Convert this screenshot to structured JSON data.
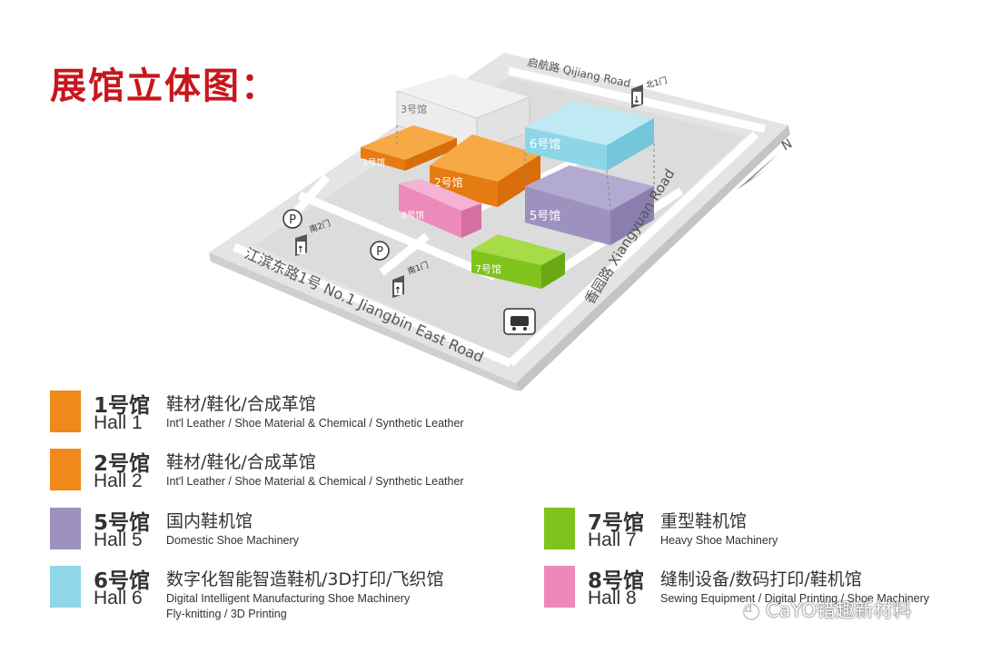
{
  "title": "展馆立体图：",
  "map": {
    "roads": {
      "north": "启航路 Qijiang Road",
      "south": "江滨东路1号 No.1 Jiangbin East Road",
      "east": "香园路 Xiangyuan Road"
    },
    "north_label": "N",
    "gates": {
      "north": "北1门",
      "south1": "南1门",
      "south2": "南2门"
    },
    "parking": "P",
    "halls": {
      "h1": "1号馆",
      "h2": "2号馆",
      "h3": "3号馆",
      "h5": "5号馆",
      "h6": "6号馆",
      "h7": "7号馆",
      "h8": "8号馆"
    }
  },
  "legend": [
    {
      "num": "1号馆",
      "hall": "Hall 1",
      "cn": "鞋材/鞋化/合成革馆",
      "en": "Int'l Leather / Shoe Material & Chemical / Synthetic Leather",
      "en2": "",
      "color": "#f0891a"
    },
    {
      "num": "2号馆",
      "hall": "Hall 2",
      "cn": "鞋材/鞋化/合成革馆",
      "en": "Int'l Leather / Shoe Material & Chemical / Synthetic Leather",
      "en2": "",
      "color": "#f0891a"
    },
    {
      "num": "5号馆",
      "hall": "Hall 5",
      "cn": "国内鞋机馆",
      "en": "Domestic Shoe Machinery",
      "en2": "",
      "color": "#9d92bf"
    },
    {
      "num": "6号馆",
      "hall": "Hall 6",
      "cn": "数字化智能智造鞋机/3D打印/飞织馆",
      "en": "Digital Intelligent Manufacturing Shoe Machinery",
      "en2": "Fly-knitting / 3D Printing",
      "color": "#8fd6e6"
    },
    {
      "num": "7号馆",
      "hall": "Hall 7",
      "cn": "重型鞋机馆",
      "en": "Heavy Shoe Machinery",
      "en2": "",
      "color": "#7fc31c"
    },
    {
      "num": "8号馆",
      "hall": "Hall 8",
      "cn": "缝制设备/数码打印/鞋机馆",
      "en": "Sewing Equipment / Digital Printing / Shoe Machinery",
      "en2": "",
      "color": "#ee87b8"
    }
  ],
  "watermark": "CaYO错趣新材料"
}
